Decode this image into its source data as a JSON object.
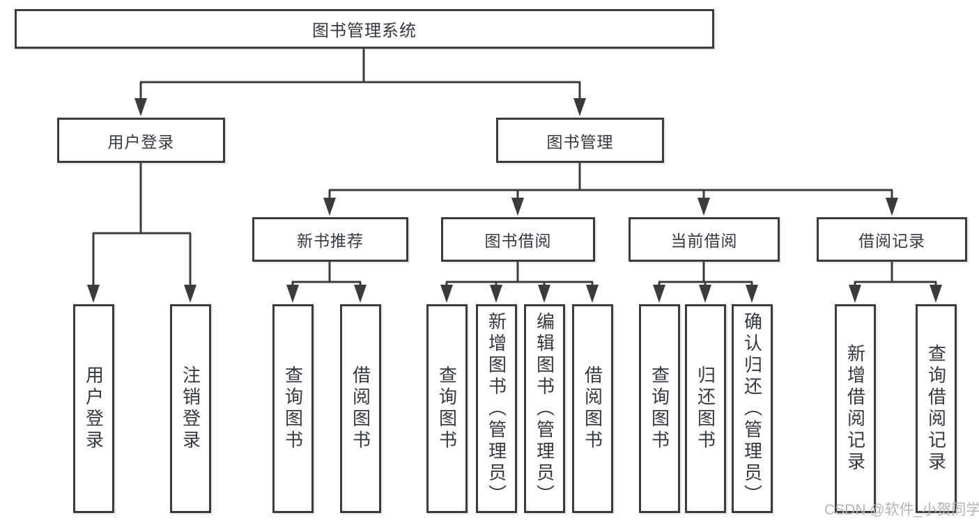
{
  "colors": {
    "line": "#3b3b3b",
    "text": "#35383c",
    "watermark": "#b3b3b3",
    "background": "#ffffff"
  },
  "watermark": "CSDN @软件_小贺同学",
  "tree": {
    "label": "图书管理系统",
    "children": [
      {
        "label": "用户登录",
        "children": [
          {
            "label": "用户登录"
          },
          {
            "label": "注销登录"
          }
        ]
      },
      {
        "label": "图书管理",
        "children": [
          {
            "label": "新书推荐",
            "children": [
              {
                "label": "查询图书"
              },
              {
                "label": "借阅图书"
              }
            ]
          },
          {
            "label": "图书借阅",
            "children": [
              {
                "label": "查询图书"
              },
              {
                "label": "新增图书（管理员）"
              },
              {
                "label": "编辑图书（管理员）"
              },
              {
                "label": "借阅图书"
              }
            ]
          },
          {
            "label": "当前借阅",
            "children": [
              {
                "label": "查询图书"
              },
              {
                "label": "归还图书"
              },
              {
                "label": "确认归还（管理员）"
              }
            ]
          },
          {
            "label": "借阅记录",
            "children": [
              {
                "label": "新增借阅记录"
              },
              {
                "label": "查询借阅记录"
              }
            ]
          }
        ]
      }
    ]
  }
}
